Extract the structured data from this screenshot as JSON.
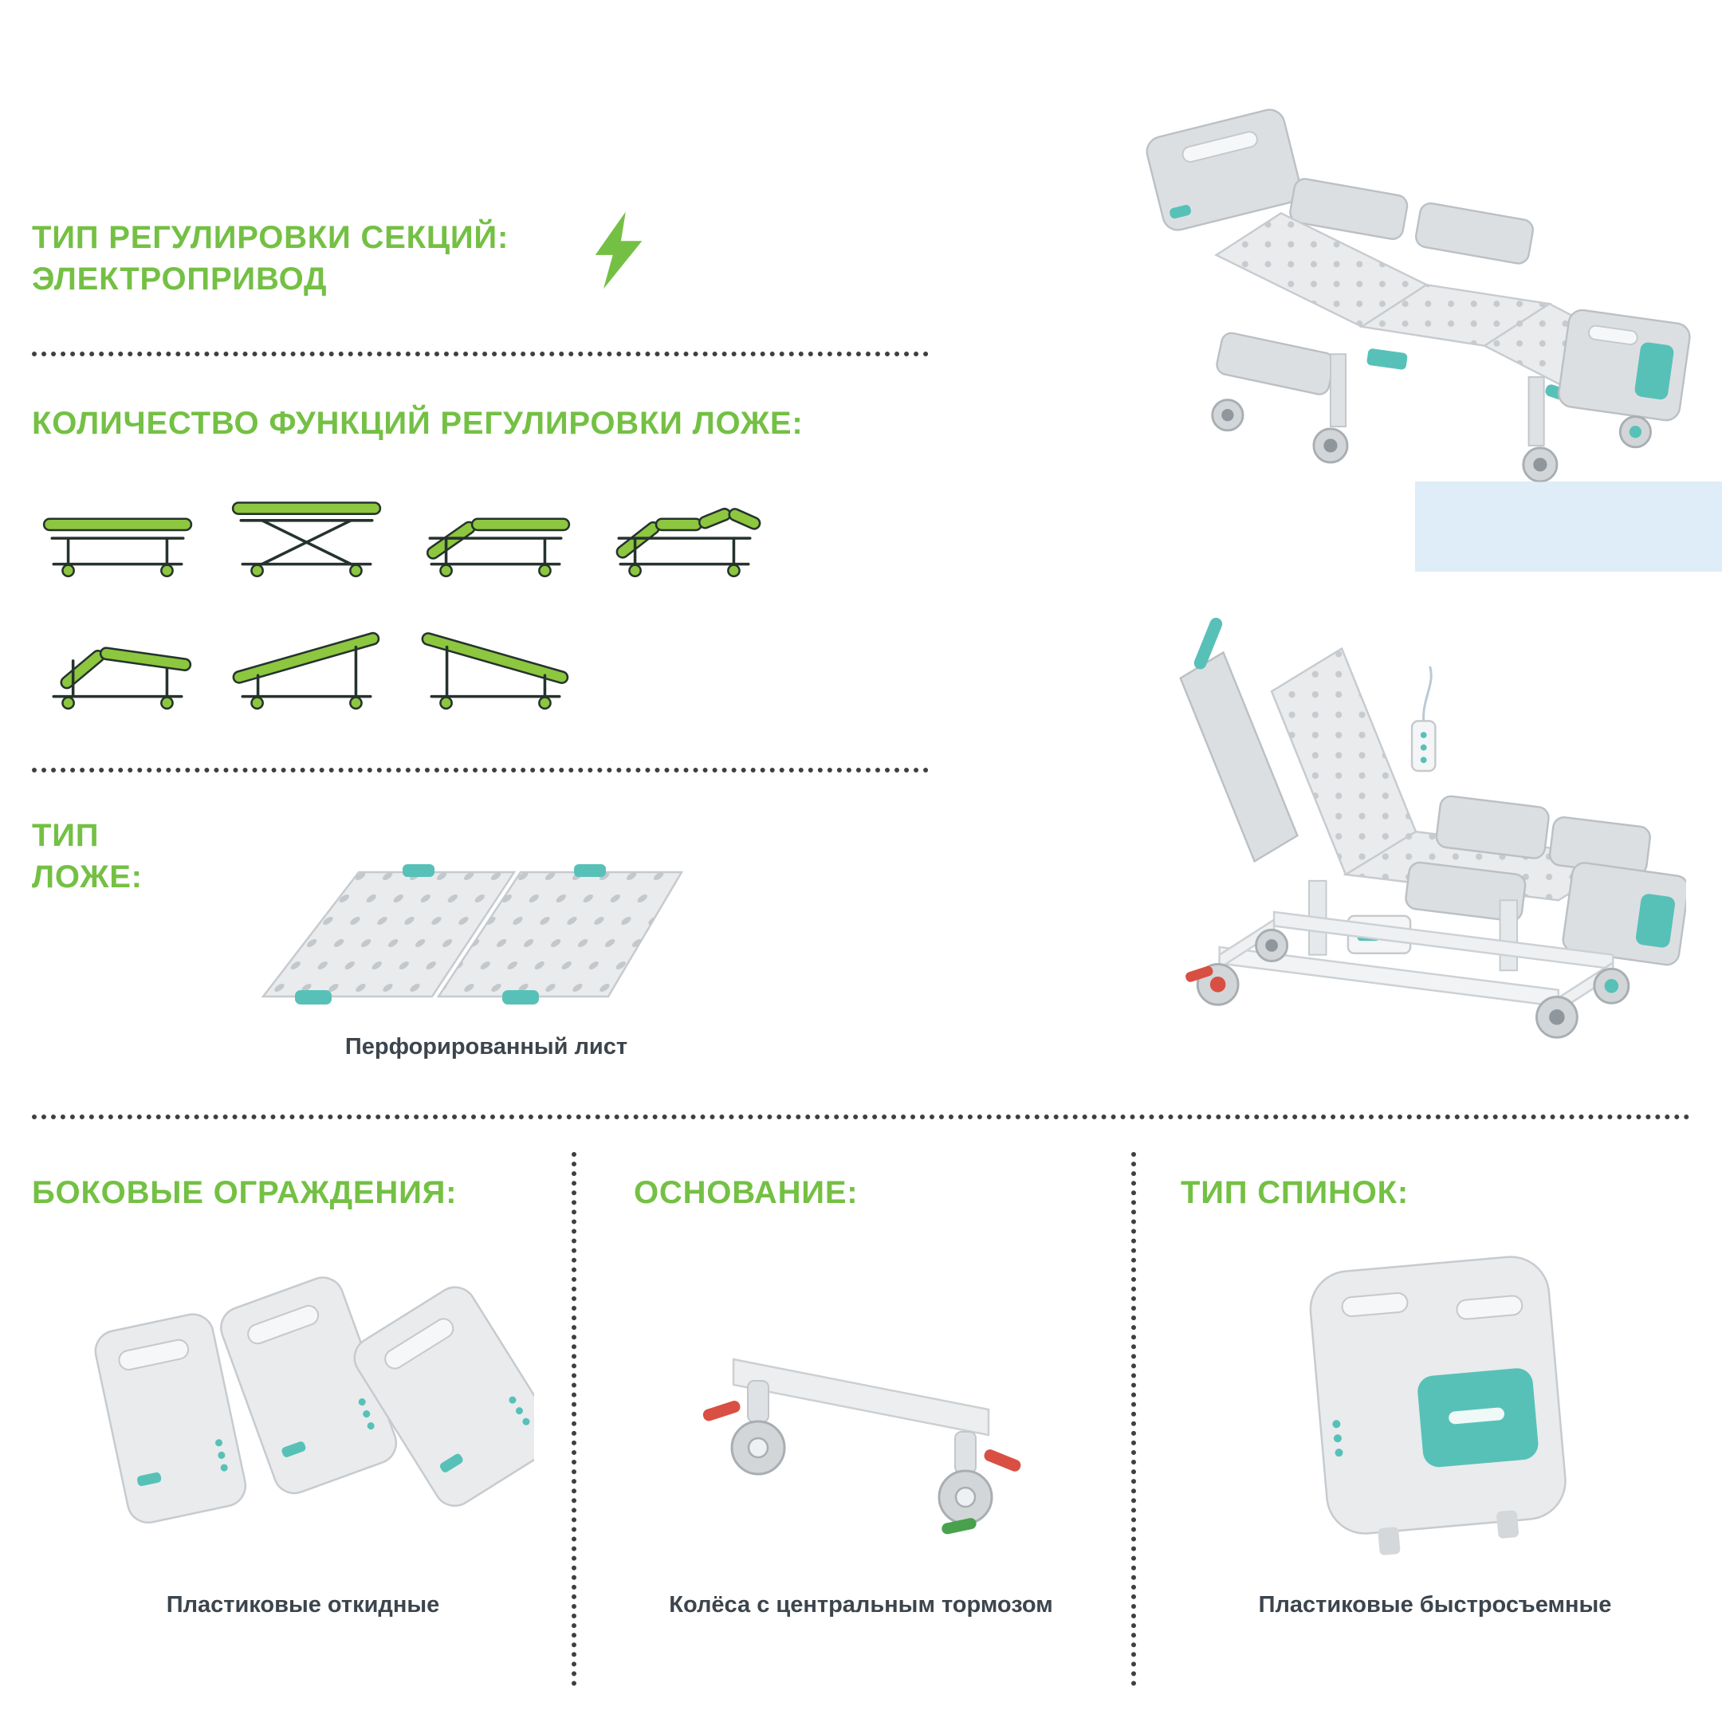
{
  "colors": {
    "heading_green": "#74c044",
    "mattress_green": "#8dc63f",
    "teal_accent": "#57c1b8",
    "red_accent": "#d94f43",
    "caption_dark": "#3c454d"
  },
  "section_adjustment": {
    "title_line1": "ТИП РЕГУЛИРОВКИ СЕКЦИЙ:",
    "title_line2": "ЭЛЕКТРОПРИВОД",
    "icon": "lightning-icon"
  },
  "section_functions": {
    "title": "КОЛИЧЕСТВО ФУНКЦИЙ РЕГУЛИРОВКИ ЛОЖЕ:",
    "positions": [
      "bed-flat-low",
      "bed-flat-high",
      "bed-backrest-raised",
      "bed-backrest-and-knee-raised",
      "bed-backrest-raised-rest-sloped",
      "bed-tilt-foot-up",
      "bed-tilt-head-up"
    ]
  },
  "section_platform": {
    "title_line1": "ТИП",
    "title_line2": "ЛОЖЕ:",
    "caption": "Перфорированный лист"
  },
  "section_side_rails": {
    "title": "БОКОВЫЕ ОГРАЖДЕНИЯ:",
    "caption": "Пластиковые откидные"
  },
  "section_base": {
    "title": "ОСНОВАНИЕ:",
    "caption": "Колёса с центральным тормозом"
  },
  "section_backrests": {
    "title": "ТИП СПИНОК:",
    "caption": "Пластиковые быстросъемные"
  }
}
